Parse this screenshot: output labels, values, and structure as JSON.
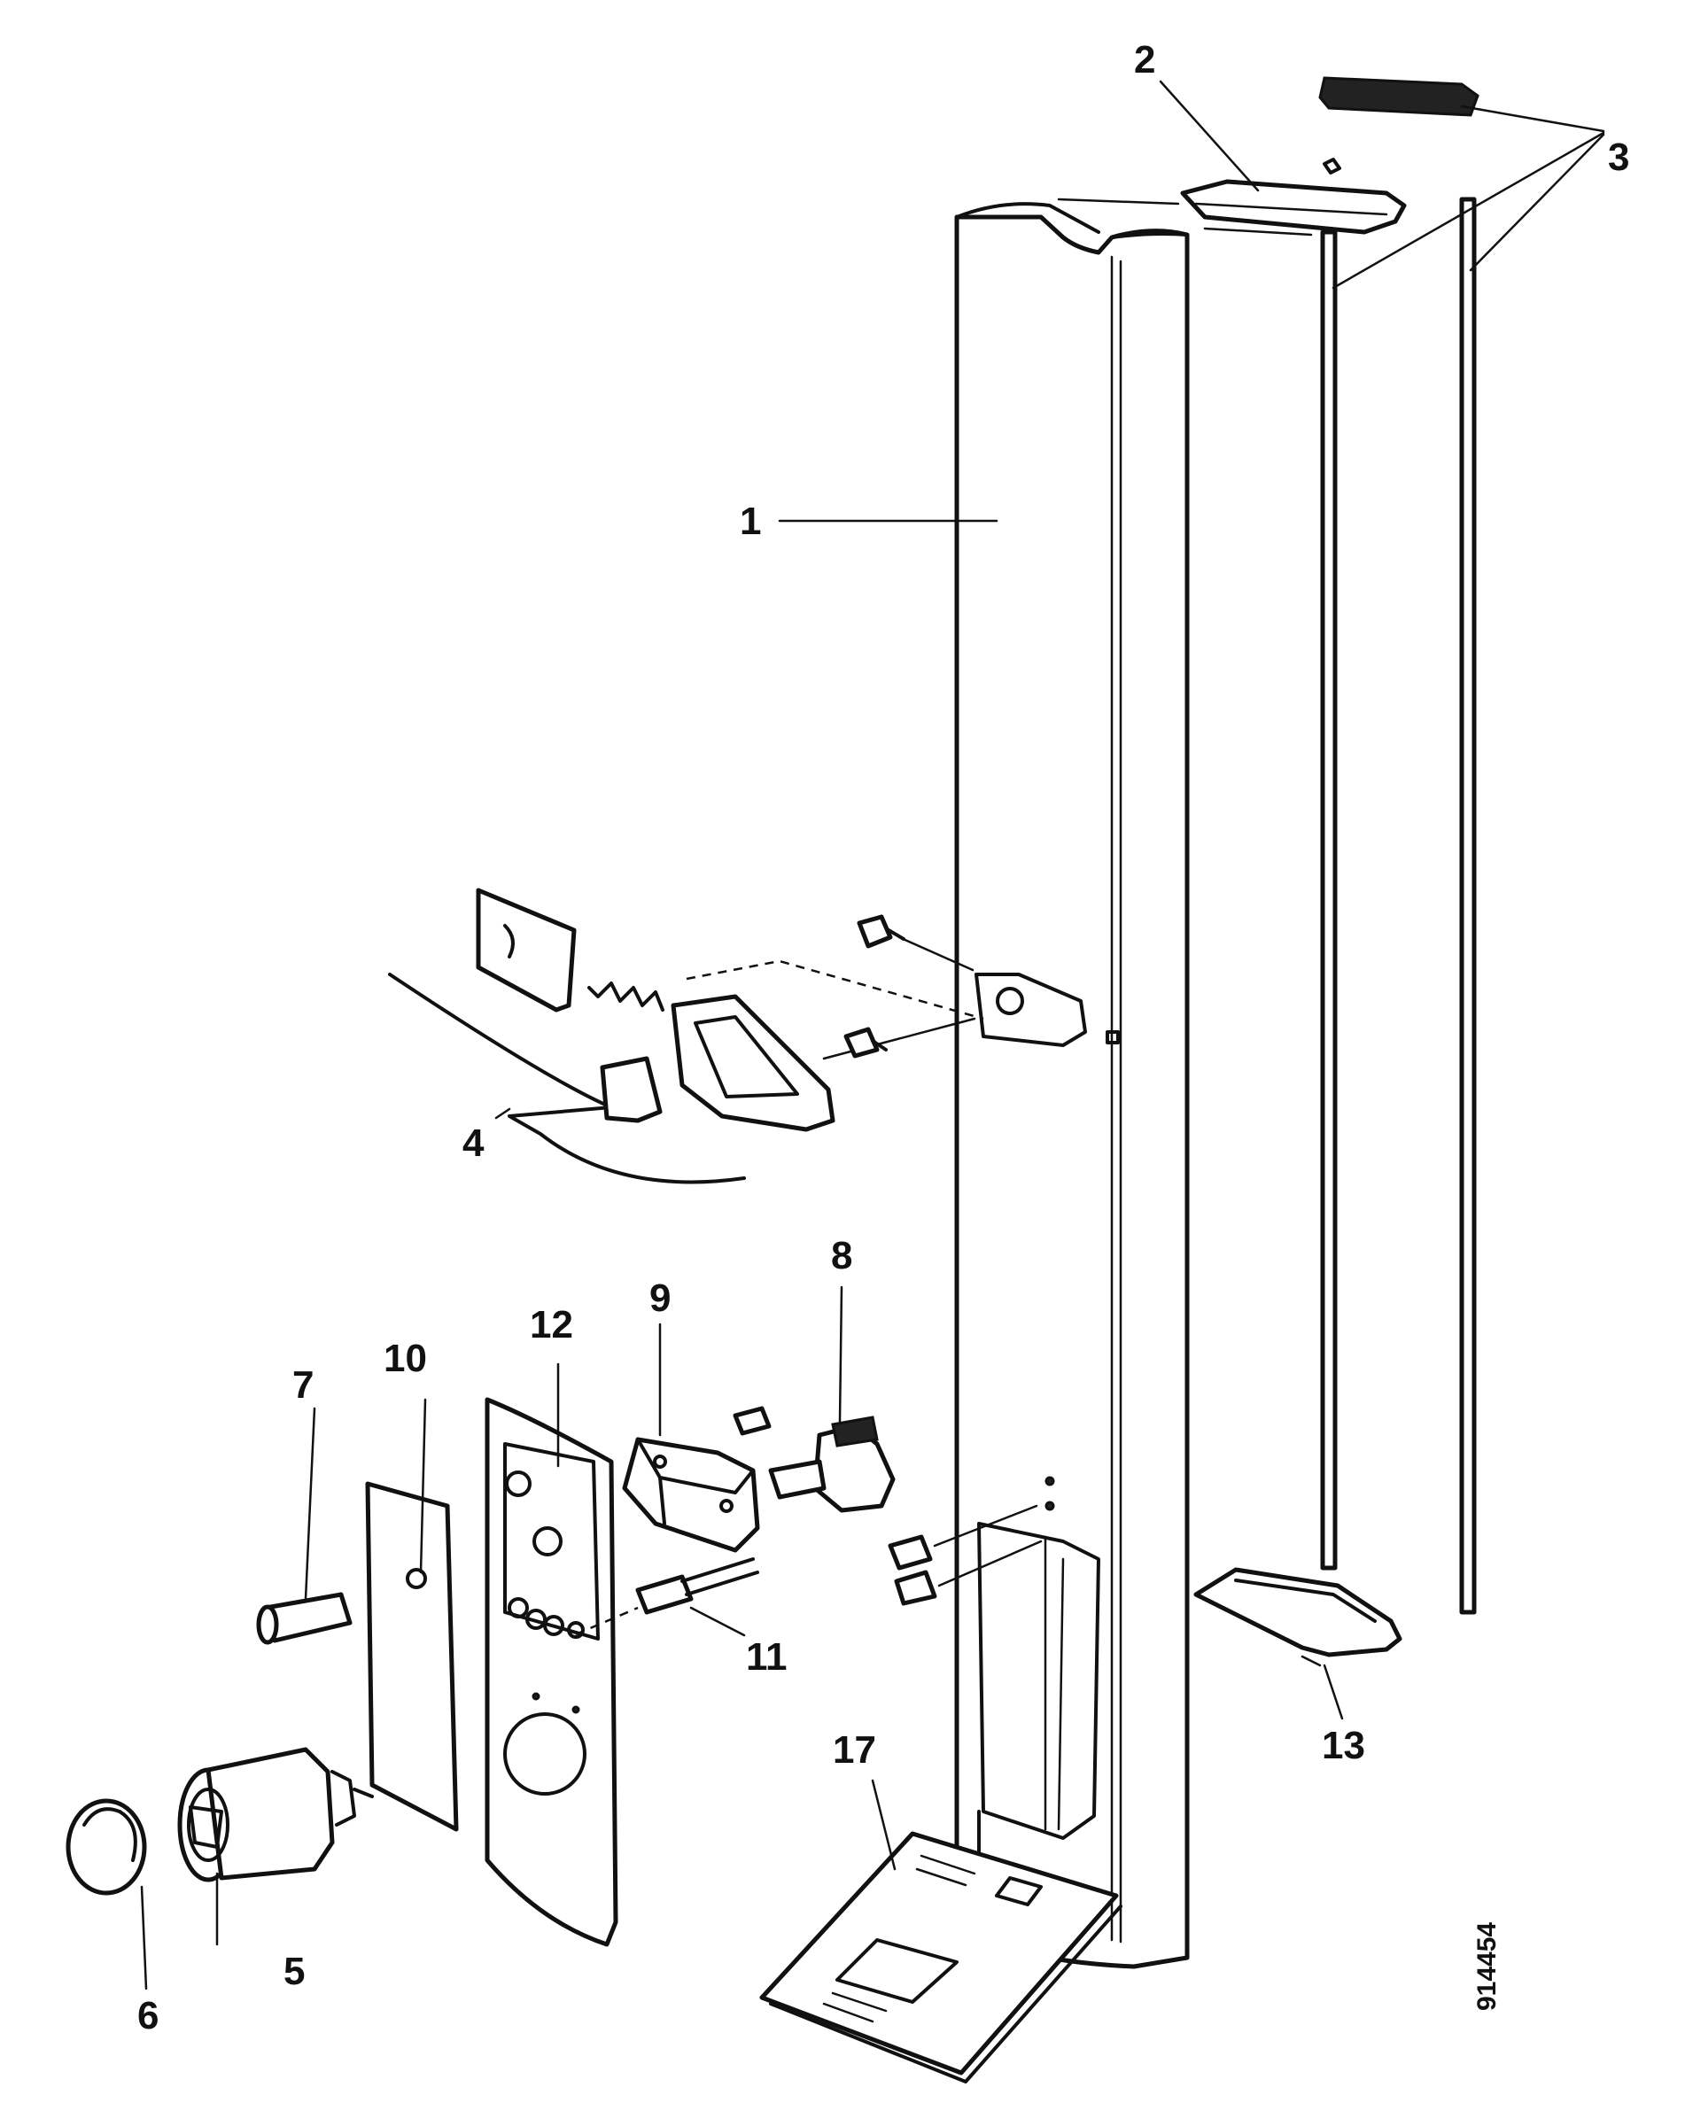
{
  "callouts": [
    {
      "id": "1",
      "text": "1"
    },
    {
      "id": "2",
      "text": "2"
    },
    {
      "id": "3",
      "text": "3"
    },
    {
      "id": "4",
      "text": "4"
    },
    {
      "id": "5",
      "text": "5"
    },
    {
      "id": "6",
      "text": "6"
    },
    {
      "id": "7",
      "text": "7"
    },
    {
      "id": "8",
      "text": "8"
    },
    {
      "id": "9",
      "text": "9"
    },
    {
      "id": "10",
      "text": "10"
    },
    {
      "id": "11",
      "text": "11"
    },
    {
      "id": "12",
      "text": "12"
    },
    {
      "id": "13",
      "text": "13"
    },
    {
      "id": "17",
      "text": "17"
    }
  ],
  "drawing_number": "914454"
}
